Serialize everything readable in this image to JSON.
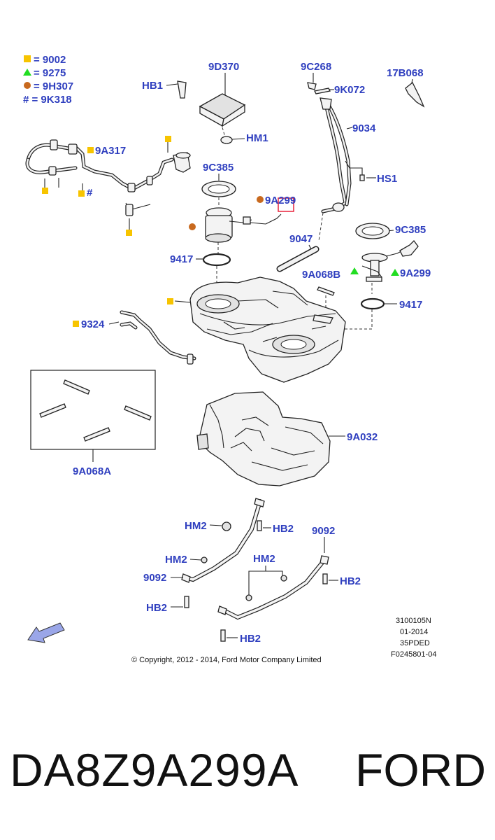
{
  "legend": [
    {
      "symbol": "square",
      "color": "#f7c400",
      "text": "= 9002"
    },
    {
      "symbol": "triangle",
      "color": "#22dd22",
      "text": "= 9275"
    },
    {
      "symbol": "circle",
      "color": "#c8691e",
      "text": "= 9H307"
    },
    {
      "symbol": "hash",
      "text": "# = 9K318"
    }
  ],
  "callouts": {
    "hb1": "HB1",
    "d9d370": "9D370",
    "c9c268": "9C268",
    "b17b068": "17B068",
    "k9k072": "9K072",
    "s9034": "9034",
    "hm1": "HM1",
    "a9a317": "9A317",
    "hs1": "HS1",
    "c9c385_left": "9C385",
    "a9a299_top": "9A299",
    "s9047": "9047",
    "c9c385_right": "9C385",
    "s9417_left": "9417",
    "a9a068b": "9A068B",
    "a9a299_right": "9A299",
    "s9417_right": "9417",
    "s9324": "9324",
    "a9a032": "9A032",
    "a9a068a": "9A068A",
    "hm2_a": "HM2",
    "hb2_a": "HB2",
    "s9092_right": "9092",
    "hm2_b": "HM2",
    "hm2_c": "HM2",
    "s9092_left": "9092",
    "hb2_b": "HB2",
    "hb2_c": "HB2",
    "hb2_d": "HB2"
  },
  "meta": {
    "line1": "3100105N",
    "line2": "01-2014",
    "line3": "35PDED",
    "line4": "F0245801-04"
  },
  "copyright": "© Copyright, 2012 - 2014, Ford Motor Company Limited",
  "caption": {
    "part_number": "DA8Z9A299A",
    "brand": "FORD"
  },
  "highlight_color": "#e8213a"
}
